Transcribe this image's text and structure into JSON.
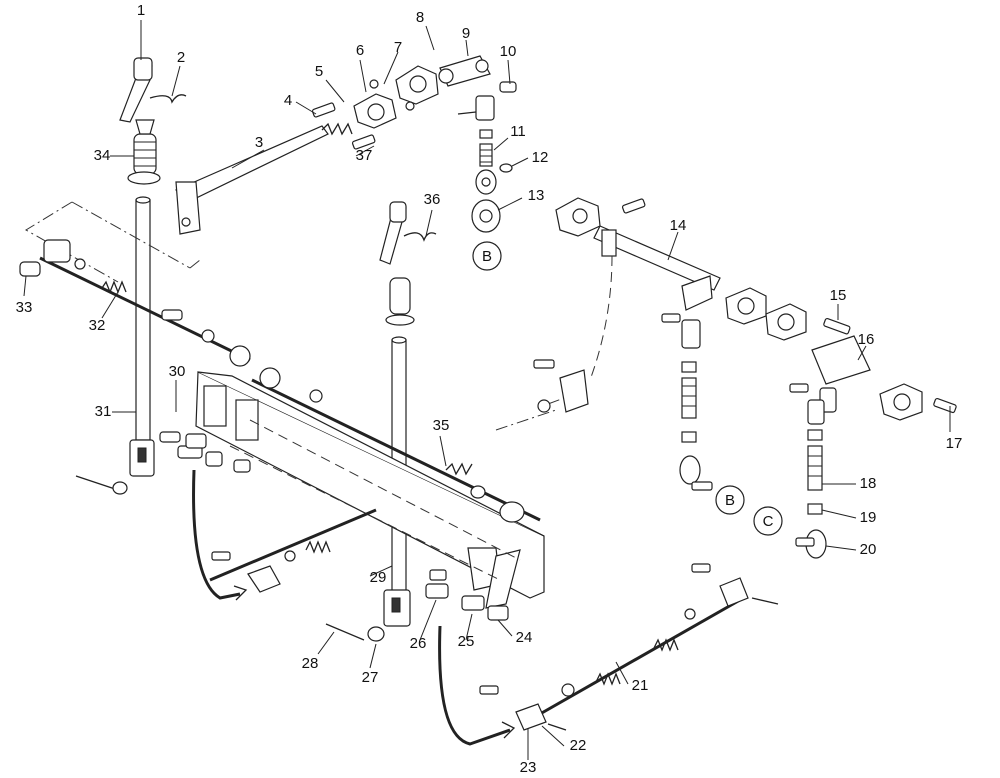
{
  "callouts": [
    "1",
    "2",
    "3",
    "4",
    "5",
    "6",
    "7",
    "8",
    "9",
    "10",
    "11",
    "12",
    "13",
    "14",
    "15",
    "16",
    "17",
    "18",
    "19",
    "20",
    "21",
    "22",
    "23",
    "24",
    "25",
    "26",
    "27",
    "28",
    "29",
    "30",
    "31",
    "32",
    "33",
    "34",
    "35",
    "36",
    "37"
  ],
  "references": [
    "B",
    "B",
    "C"
  ]
}
